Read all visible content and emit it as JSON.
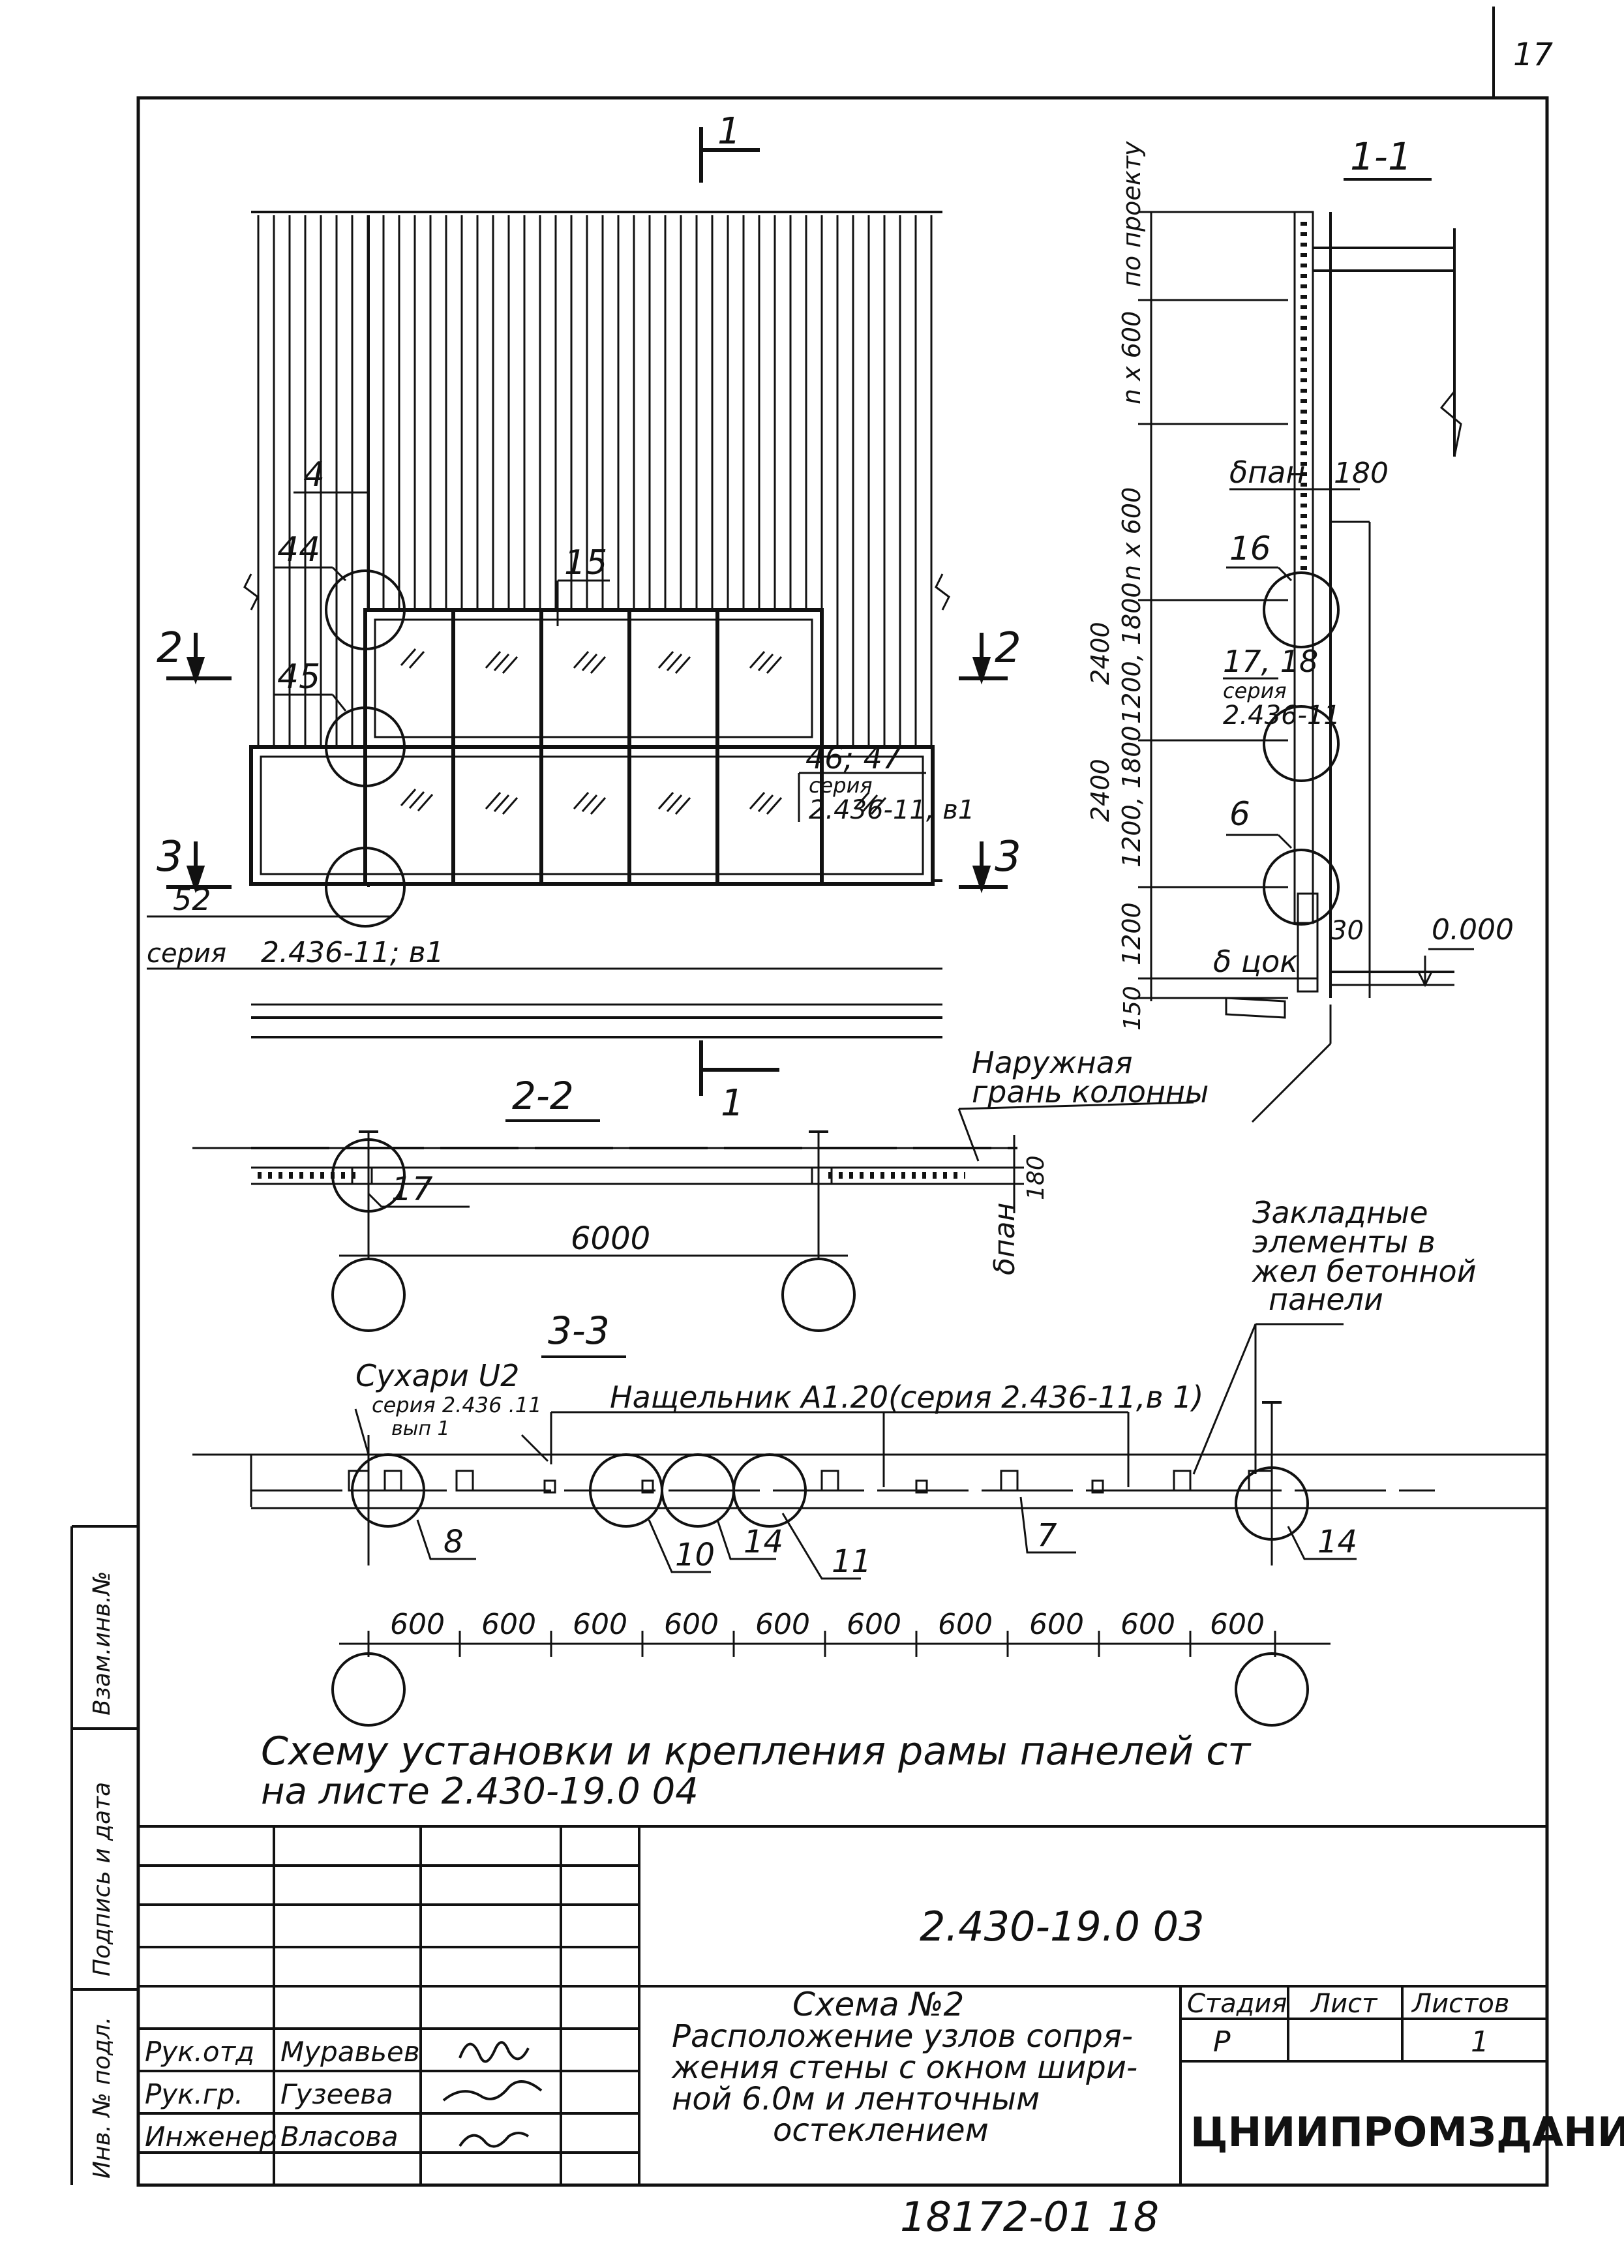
{
  "sheet_number": "17",
  "bottom_number": "18172-01   18",
  "view_front": {
    "section_mark_1_top": "1",
    "section_mark_1_bottom": "1",
    "section_mark_2_left": "2",
    "section_mark_2_right": "2",
    "section_mark_3_left": "3",
    "section_mark_3_right": "3",
    "callout_4": "4",
    "callout_15": "15",
    "callout_44": "44",
    "callout_45": "45",
    "callout_46_47": "46; 47",
    "callout_46_series_word": "серия",
    "callout_46_series": "2.436-11, в1",
    "callout_52": "52",
    "callout_52_series_word": "серия",
    "callout_52_series": "2.436-11; в1"
  },
  "section_1_1": {
    "title": "1-1",
    "dim_top": "по проекту",
    "dim_n600_a": "n x 600",
    "dim_n600_b": "n x 600",
    "dim_2400_a": "2400",
    "dim_1200_a": "1200, 1800",
    "dim_2400_b": "2400",
    "dim_1200_b": "1200, 1800",
    "dim_1200_c": "1200",
    "dim_150": "150",
    "label_bpan": "δпан",
    "dim_180": "180",
    "callout_16": "16",
    "callout_17_18": "17, 18",
    "callout_17_series_word": "серия",
    "callout_17_series": "2.436-11",
    "callout_6": "6",
    "label_btsok": "δ цок",
    "dim_30": "30",
    "level": "0.000"
  },
  "section_2_2": {
    "title": "2-2",
    "note_line1": "Наружная",
    "note_line2": "грань колонны",
    "callout_17": "17",
    "dim_6000": "6000",
    "label_bpan": "δпан",
    "dim_180": "180"
  },
  "section_3_3": {
    "title": "3-3",
    "sukhari_line1": "Сухари U2",
    "sukhari_line2": "серия 2.436 .11",
    "sukhari_line3": "вып 1",
    "nashchelnik": "Нащельник А1.20(серия 2.436-11,в 1)",
    "zakladnye_line1": "Закладные",
    "zakladnye_line2": "элементы в",
    "zakladnye_line3": "жел бетонной",
    "zakladnye_line4": "панели",
    "callout_8": "8",
    "callout_10": "10",
    "callout_14a": "14",
    "callout_11": "11",
    "callout_7": "7",
    "callout_14b": "14",
    "dims": [
      "600",
      "600",
      "600",
      "600",
      "600",
      "600",
      "600",
      "600",
      "600",
      "600"
    ]
  },
  "note_line1": "Схему установки и крепления рамы панелей ст",
  "note_line2": "на листе 2.430-19.0 04",
  "left_strip": {
    "inv_podl": "Инв. № подл.",
    "podpis": "Подпись и дата",
    "vzam": "Взам.инв.№"
  },
  "title_block": {
    "doc_code": "2.430-19.0 03",
    "title_line1": "Схема №2",
    "title_line2": "Расположение узлов сопря-",
    "title_line3": "жения стены с окном шири-",
    "title_line4": "ной 6.0м и ленточным",
    "title_line5": "остеклением",
    "stage_header": "Стадия",
    "sheet_header": "Лист",
    "sheets_header": "Листов",
    "stage_value": "Р",
    "sheets_value": "1",
    "organization": "ЦНИИПРОМЗДАНИЙ",
    "roles": [
      {
        "role": "Рук.отд",
        "name": "Муравьев"
      },
      {
        "role": "Рук.гр.",
        "name": "Гузеева"
      },
      {
        "role": "Инженер",
        "name": "Власова"
      }
    ]
  }
}
